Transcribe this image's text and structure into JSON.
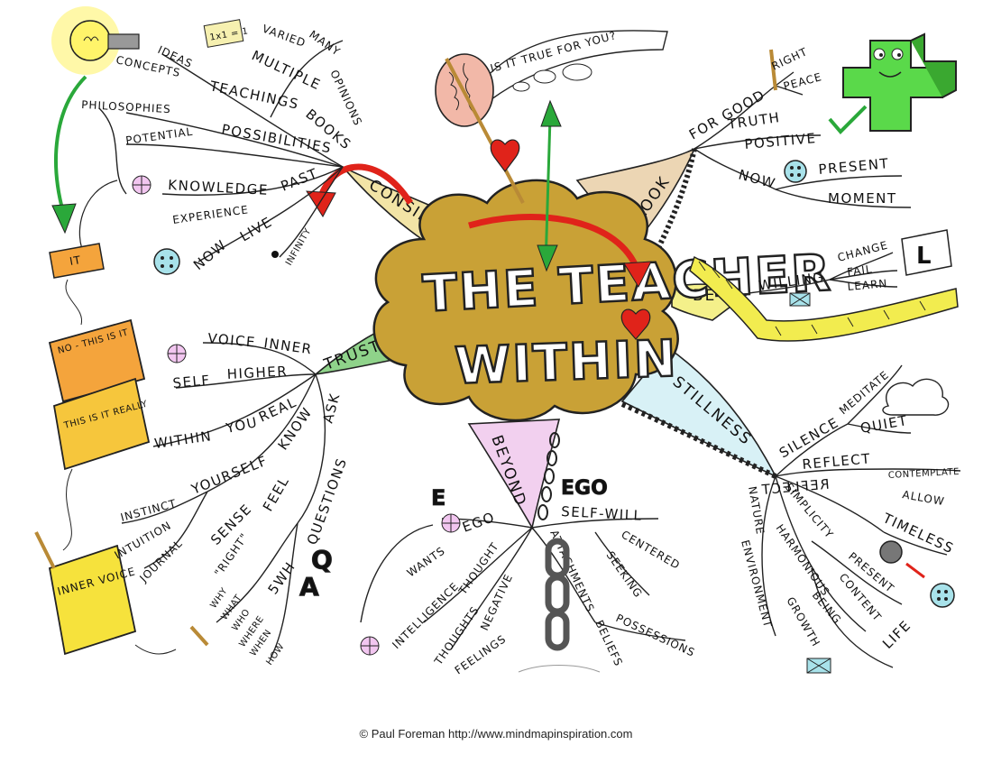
{
  "center": {
    "line1": "THE TEACHER",
    "line2": "WITHIN"
  },
  "branches": {
    "consider": {
      "label": "CONSIDER",
      "words": {
        "ideas": "IDEAS",
        "concepts": "CONCEPTS",
        "philosophies": "PHILOSOPHIES",
        "teachings": "TEACHINGS",
        "multiple": "MULTIPLE",
        "varied": "VARIED",
        "many": "MANY",
        "opinions": "OPINIONS",
        "books": "BOOKS",
        "potential": "POTENTIAL",
        "possibilities": "POSSIBILITIES",
        "knowledge": "KNOWLEDGE",
        "past": "PAST",
        "experience": "EXPERIENCE",
        "now": "NOW",
        "live": "LIVE",
        "infinity": "INFINITY",
        "equation": "1x1 = 1"
      }
    },
    "question": {
      "label": "IS IT TRUE FOR YOU?"
    },
    "look": {
      "label": "LOOK",
      "words": {
        "for_good": "FOR GOOD",
        "right": "RIGHT",
        "peace": "PEACE",
        "truth": "TRUTH",
        "positive": "POSITIVE",
        "now": "NOW",
        "present": "PRESENT",
        "moment": "MOMENT"
      }
    },
    "be": {
      "label": "BE",
      "words": {
        "willing": "WILLING",
        "change": "CHANGE",
        "fail": "FAIL",
        "learn": "LEARN",
        "l_flag": "L"
      }
    },
    "trust": {
      "label": "TRUST",
      "words": {
        "voice": "VOICE",
        "inner": "INNER",
        "self": "SELF",
        "higher": "HIGHER",
        "within": "WITHIN",
        "you": "YOU",
        "real": "REAL",
        "know": "KNOW",
        "ask": "ASK",
        "instinct": "INSTINCT",
        "yourself": "YOURSELF",
        "intuition": "INTUITION",
        "sense": "SENSE",
        "feel": "FEEL",
        "journal": "JOURNAL",
        "right_quoted": "\"RIGHT\"",
        "questions": "QUESTIONS",
        "five_wh": "5WH",
        "why": "WHY",
        "what": "WHAT",
        "who": "WHO",
        "where": "WHERE",
        "when": "WHEN",
        "how": "HOW",
        "q": "Q",
        "a": "A"
      }
    },
    "stillness": {
      "label": "STILLNESS",
      "words": {
        "silence": "SILENCE",
        "meditate": "MEDITATE",
        "quiet": "QUIET",
        "reflect": "REFLECT",
        "contemplate": "CONTEMPLATE",
        "reflect_mirror": "REFLECT",
        "allow": "ALLOW",
        "timeless": "TIMELESS",
        "nature": "NATURE",
        "environment": "ENVIRONMENT",
        "simplicity": "SIMPLICITY",
        "harmonious": "HARMONIOUS",
        "present": "PRESENT",
        "content": "CONTENT",
        "being": "BEING",
        "growth": "GROWTH",
        "life": "LIFE"
      }
    },
    "beyond_ego": {
      "label": "BEYOND",
      "ego_label": "EGO",
      "e_letter": "E",
      "words": {
        "wants": "WANTS",
        "ego": "EGO",
        "intelligence": "INTELLIGENCE",
        "thought": "THOUGHT",
        "thoughts": "THOUGHTS",
        "negative": "NEGATIVE",
        "feelings": "FEELINGS",
        "attachments": "ATTACHMENTS",
        "beliefs": "BELIEFS",
        "self_will": "SELF-WILL",
        "centered": "CENTERED",
        "seeking": "SEEKING",
        "possessions": "POSSESSIONS"
      }
    },
    "books": {
      "book1": "IT",
      "book2": "NO - THIS IS IT",
      "book3": "THIS IS IT REALLY",
      "book4": "INNER VOICE"
    }
  },
  "footer": "© Paul Foreman http://www.mindmapinspiration.com",
  "colors": {
    "center_fill": "#c9a136",
    "trust_branch": "#8fd38a",
    "consider_branch": "#f2e4a6",
    "look_branch": "#ecd6b4",
    "be_branch": "#f4f08a",
    "stillness_branch": "#d8f1f6",
    "beyond_branch": "#f2d0ef",
    "tape": "#f2ec4f",
    "cross": "#5ad94a",
    "book_orange": "#f4a43c",
    "book_yellow": "#f6e23c",
    "arrow_red": "#e0231a",
    "arrow_green": "#2aa83a"
  },
  "icons": [
    "lightbulb-icon",
    "brain-icon",
    "heart-icon",
    "cloud-icon",
    "cross-character-icon",
    "checkmark-icon",
    "clock-icon",
    "mirror-icon",
    "chain-icon",
    "book-icon"
  ]
}
